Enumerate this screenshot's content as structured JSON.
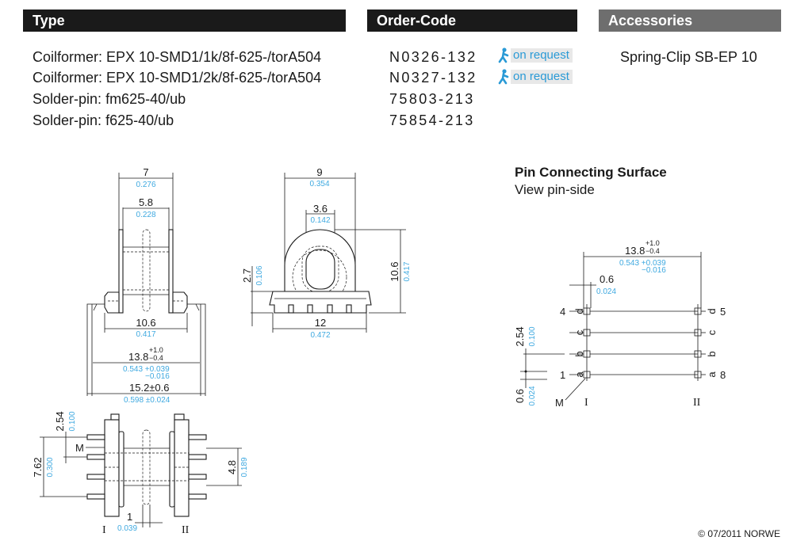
{
  "headers": {
    "type": "Type",
    "order_code": "Order-Code",
    "accessories": "Accessories"
  },
  "colors": {
    "header_dark": "#1a1a1a",
    "header_grey": "#6e6e6e",
    "dim_blue": "#3fa9e0",
    "badge_blue": "#2a9ad6"
  },
  "items": [
    {
      "label": "Coilformer:",
      "type": "EPX 10-SMD1/1k/8f-625-/torA504",
      "code": "N0326-132",
      "badge": "on request"
    },
    {
      "label": "Coilformer:",
      "type": "EPX 10-SMD1/2k/8f-625-/torA504",
      "code": "N0327-132",
      "badge": "on request"
    },
    {
      "label": "Solder-pin:",
      "type": "fm625-40/ub",
      "code": "75803-213"
    },
    {
      "label": "Solder-pin:",
      "type": "f625-40/ub",
      "code": "75854-213"
    }
  ],
  "badge_icon": "walking-person-icon",
  "accessories": [
    "Spring-Clip SB-EP 10"
  ],
  "pin_surface": {
    "title": "Pin Connecting Surface",
    "subtitle": "View pin-side"
  },
  "dims": {
    "front": {
      "w7": "7",
      "w7in": "0.276",
      "w58": "5.8",
      "w58in": "0.228",
      "w106": "10.6",
      "w106in": "0.417",
      "w138": "13.8",
      "w138tol_p": "+1.0",
      "w138tol_m": "−0.4",
      "w138in": "0.543 +0.039",
      "w138in_m": "−0.016",
      "w152": "15.2±0.6",
      "w152in": "0.598 ±0.024"
    },
    "side": {
      "w9": "9",
      "w9in": "0.354",
      "w36": "3.6",
      "w36in": "0.142",
      "h106": "10.6",
      "h106in": "0.417",
      "h27": "2.7",
      "h27in": "0.106",
      "w12": "12",
      "w12in": "0.472"
    },
    "bottom": {
      "p254": "2.54",
      "p254in": "0.100",
      "p762": "7.62",
      "p762in": "0.300",
      "h48": "4.8",
      "h48in": "0.189",
      "w1": "1",
      "w1in": "0.039",
      "m": "M",
      "row1": "I",
      "row2": "II"
    },
    "pins": {
      "w138": "13.8",
      "tol_p": "+1.0",
      "tol_m": "−0.4",
      "in": "0.543 +0.039",
      "in_m": "−0.016",
      "w06": "0.6",
      "w06in": "0.024",
      "p254": "2.54",
      "p254in": "0.100",
      "h06": "0.6",
      "h06in": "0.024",
      "m": "M",
      "row1": "I",
      "row2": "II",
      "left_nums": [
        "4",
        "1"
      ],
      "right_nums": [
        "5",
        "8"
      ],
      "letters": [
        "d",
        "c",
        "b",
        "a"
      ]
    }
  },
  "copyright": "© 07/2011 NORWE"
}
